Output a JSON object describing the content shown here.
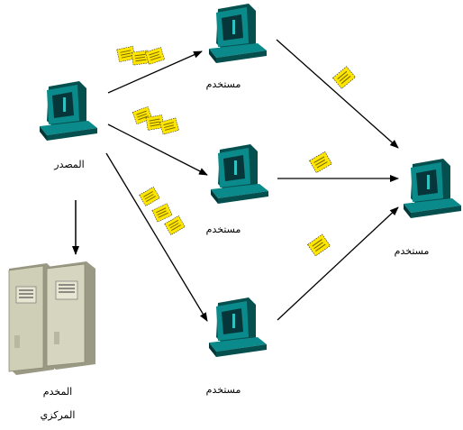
{
  "labels": {
    "source": "المصدر",
    "user_top": "مستخدم",
    "user_middle": "مستخدم",
    "user_bottom": "مستخدم",
    "user_right": "مستخدم",
    "server_line1": "المخدم",
    "server_line2": "المركزي"
  },
  "colors": {
    "monitor_body": "#0a8a8a",
    "monitor_dark": "#064f4f",
    "monitor_light": "#2fc0c0",
    "packet_fill": "#ffe600",
    "arrow": "#000000",
    "server_body": "#cfcfb8",
    "server_shadow": "#9a9a84"
  }
}
